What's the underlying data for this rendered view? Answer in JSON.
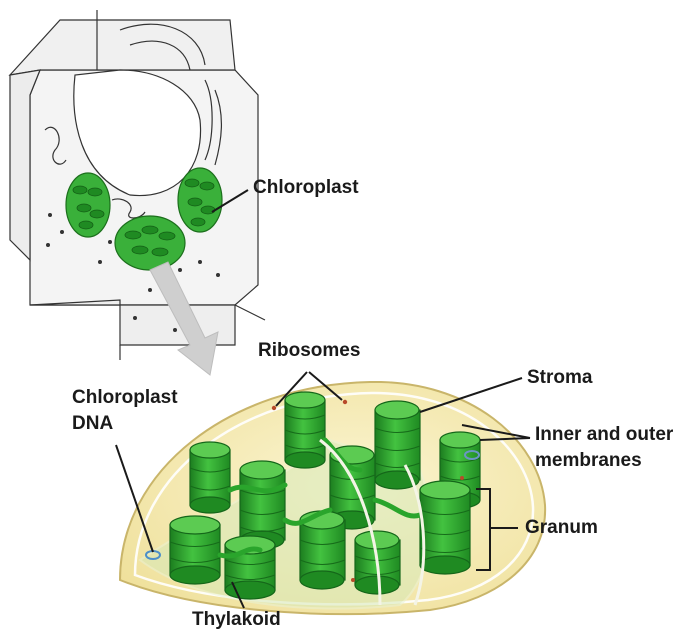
{
  "labels": {
    "chloroplast": "Chloroplast",
    "ribosomes": "Ribosomes",
    "stroma": "Stroma",
    "chloroplast_dna_line1": "Chloroplast",
    "chloroplast_dna_line2": "DNA",
    "inner_outer_line1": "Inner and outer",
    "inner_outer_line2": "membranes",
    "granum": "Granum",
    "thylakoid": "Thylakoid"
  },
  "colors": {
    "outer_membrane": "#f3e7a8",
    "stroma": "#f6eebc",
    "thylakoid_green": "#2fae2f",
    "thylakoid_dark": "#1c7d1f",
    "thylakoid_light": "#5ccb52",
    "cell_outline": "#333333",
    "arrow_gray": "#cccccc",
    "dna_blue": "#4c8fc9"
  }
}
